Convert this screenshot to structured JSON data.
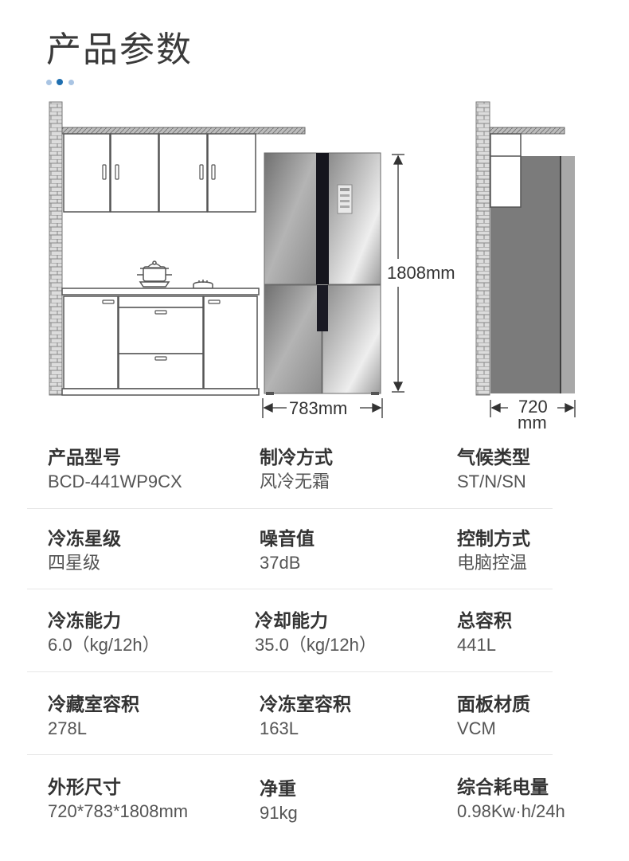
{
  "page": {
    "title": "产品参数",
    "accent_colors": [
      "#a9c4e3",
      "#1f6fb0",
      "#a9c4e3"
    ]
  },
  "illustration": {
    "height_label": "1808mm",
    "width_label": "783mm",
    "depth_label_top": "720",
    "depth_label_bottom": "mm"
  },
  "specs": [
    {
      "label": "产品型号",
      "value": "BCD-441WP9CX"
    },
    {
      "label": "制冷方式",
      "value": "风冷无霜"
    },
    {
      "label": "气候类型",
      "value": "ST/N/SN"
    },
    {
      "label": "冷冻星级",
      "value": "四星级"
    },
    {
      "label": "噪音值",
      "value": "37dB"
    },
    {
      "label": "控制方式",
      "value": "电脑控温"
    },
    {
      "label": "冷冻能力",
      "value": "6.0（kg/12h）"
    },
    {
      "label": "冷却能力",
      "value": "35.0（kg/12h）"
    },
    {
      "label": "总容积",
      "value": "441L"
    },
    {
      "label": "冷藏室容积",
      "value": "278L"
    },
    {
      "label": "冷冻室容积",
      "value": "163L"
    },
    {
      "label": "面板材质",
      "value": "VCM"
    },
    {
      "label": "外形尺寸",
      "value": "720*783*1808mm"
    },
    {
      "label": "净重",
      "value": "91kg"
    },
    {
      "label": "综合耗电量",
      "value": "0.98Kw·h/24h"
    }
  ]
}
